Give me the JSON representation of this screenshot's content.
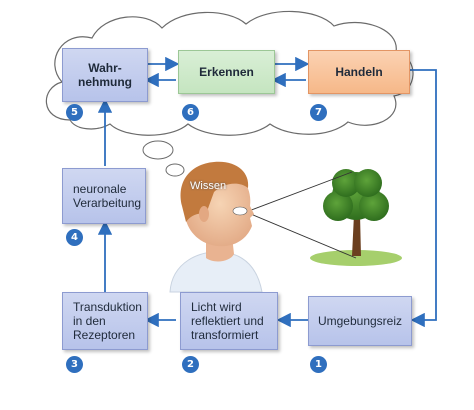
{
  "colors": {
    "arrow": "#2f6fbe",
    "box_blue": "#c3cdee",
    "box_green": "#cfe9ca",
    "box_orange": "#f8c39c",
    "badge": "#2f6fbe"
  },
  "icons": [
    "thought-cloud",
    "person-head",
    "tree",
    "eye"
  ],
  "boxes": {
    "wahrnehmung": "Wahr-\nnehmung",
    "erkennen": "Erkennen",
    "handeln": "Handeln",
    "neuronale": "neuronale\nVerarbeitung",
    "transduktion": "Transduktion\nin den\nRezeptoren",
    "licht": "Licht wird\nreflektiert und\ntransformiert",
    "umgebungsreiz": "Umgebungsreiz"
  },
  "badges": {
    "n1": "1",
    "n2": "2",
    "n3": "3",
    "n4": "4",
    "n5": "5",
    "n6": "6",
    "n7": "7"
  },
  "head_label": "Wissen"
}
